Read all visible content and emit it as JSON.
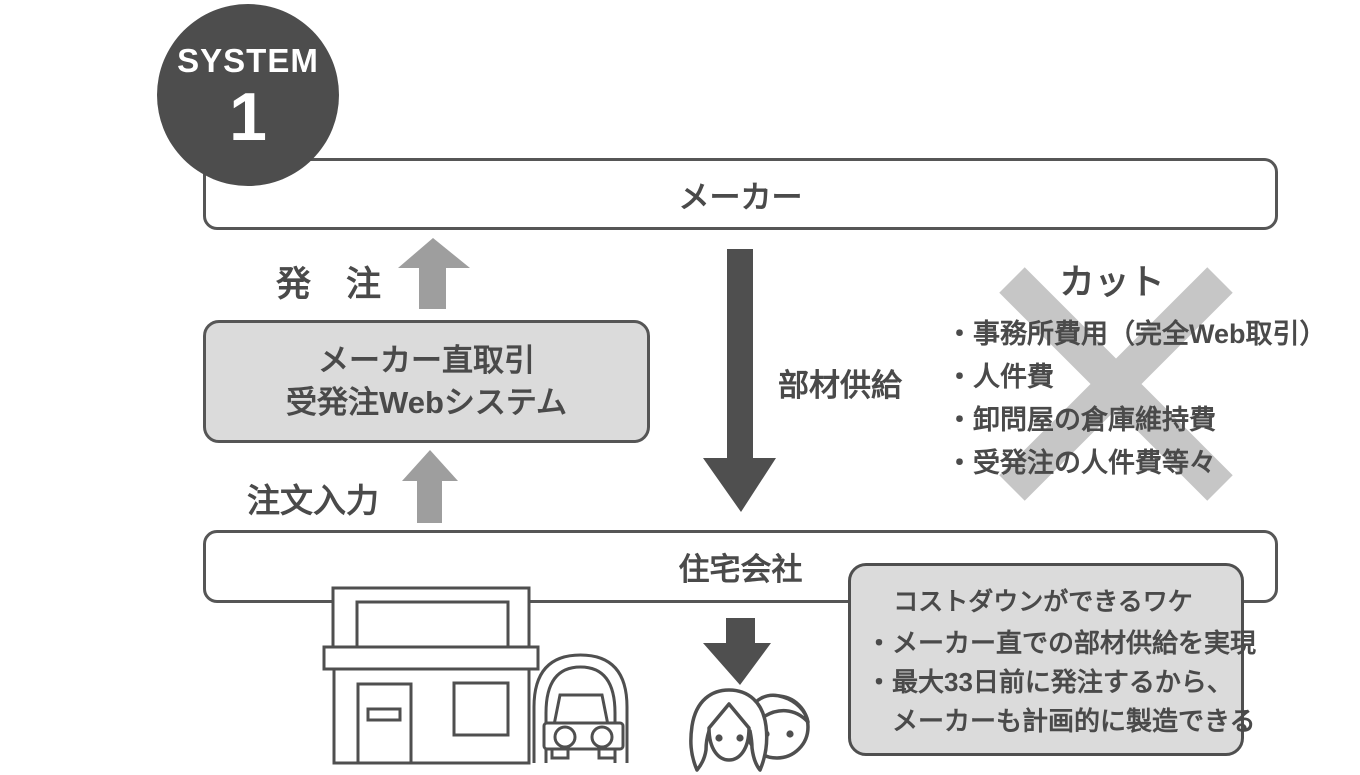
{
  "badge": {
    "system": "SYSTEM",
    "number": "1"
  },
  "nodes": {
    "maker": {
      "label": "メーカー"
    },
    "web_system": {
      "line1": "メーカー直取引",
      "line2": "受発注Webシステム"
    },
    "housing": {
      "label": "住宅会社"
    }
  },
  "flows": {
    "order": {
      "label": "発　注"
    },
    "order_input": {
      "label": "注文入力"
    },
    "parts_supply": {
      "label": "部材供給"
    }
  },
  "cut": {
    "title": "カット",
    "items": [
      "・事務所費用（完全Web取引）",
      "・人件費",
      "・卸問屋の倉庫維持費",
      "・受発注の人件費等々"
    ]
  },
  "cost_down": {
    "title": "コストダウンができるワケ",
    "items": [
      "・メーカー直での部材供給を実現",
      "・最大33日前に発注するから、",
      "　メーカーも計画的に製造できる"
    ]
  },
  "colors": {
    "accent_dark": "#4d4d4d",
    "box_border": "#565656",
    "box_fill_gray": "#dbdbdb",
    "arrow_light": "#9e9e9e",
    "arrow_dark": "#4f4f4f",
    "cross_gray": "#c6c6c6",
    "text": "#4a4a4a"
  }
}
